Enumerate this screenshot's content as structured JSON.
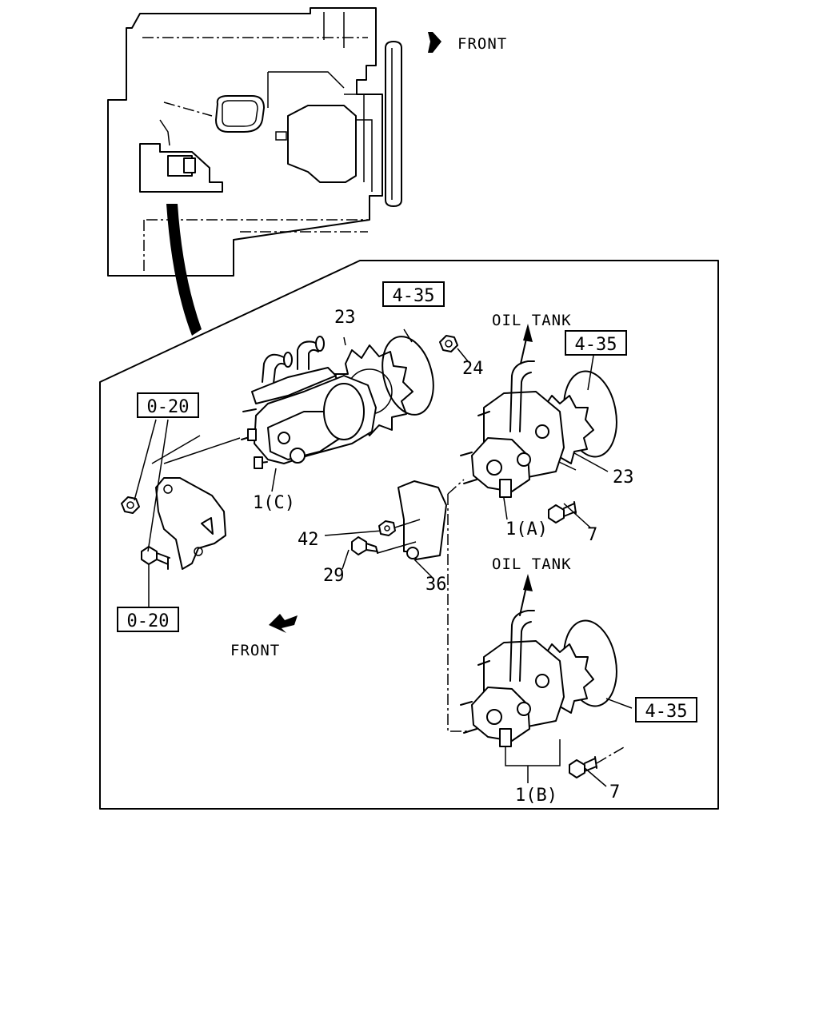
{
  "top_front_label": "FRONT",
  "bottom_front_label": "FRONT",
  "oil_tank_labels": [
    "OIL TANK",
    "OIL TANK"
  ],
  "reference_boxes": [
    "4-35",
    "4-35",
    "4-35",
    "0-20",
    "0-20"
  ],
  "callouts": {
    "c23_top": "23",
    "c24": "24",
    "c1c": "1(C)",
    "c23_right": "23",
    "c1a": "1(A)",
    "c7_top": "7",
    "c42": "42",
    "c29": "29",
    "c36": "36",
    "c1b": "1(B)",
    "c7_bottom": "7"
  }
}
